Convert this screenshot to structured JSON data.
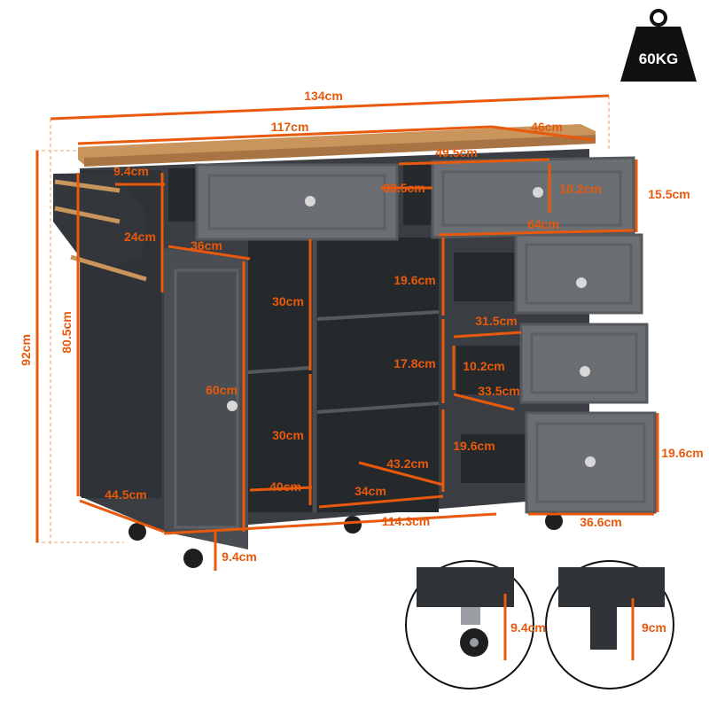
{
  "weight_badge": {
    "label": "60KG"
  },
  "colors": {
    "accent": "#e8590c",
    "cabinet": "#3f4347",
    "drawer": "#6b6f73",
    "top": "#c9955c"
  },
  "dimensions": {
    "overall_width": "134cm",
    "top_width": "117cm",
    "depth": "46cm",
    "towel_bar_width": "9.4cm",
    "upper_drawer_width": "49.5cm",
    "upper_drawer_inner": "33.5cm",
    "upper_drawer_height": "10.2cm",
    "drawer_front_height": "15.5cm",
    "drawer_width": "64cm",
    "side_rack_height": "24cm",
    "door_width": "36cm",
    "overall_height": "92cm",
    "body_height": "80.5cm",
    "shelf_height_upper": "30cm",
    "shelf_height_lower": "30cm",
    "door_height": "60cm",
    "drawer2_height": "19.6cm",
    "middle_shelf_gap": "17.8cm",
    "drawer3_inner_height": "10.2cm",
    "drawer3_width": "31.5cm",
    "drawer3_depth": "33.5cm",
    "drawer4_height_left": "19.6cm",
    "drawer4_height_right": "19.6cm",
    "shelf_depth": "43.2cm",
    "shelf_width_left": "40cm",
    "shelf_width_right": "34cm",
    "side_depth": "44.5cm",
    "base_width": "114.3cm",
    "drawer_outer_width": "36.6cm",
    "wheel_height": "9.4cm",
    "inset_wheel_height": "9.4cm",
    "inset_leg_height": "9cm"
  }
}
